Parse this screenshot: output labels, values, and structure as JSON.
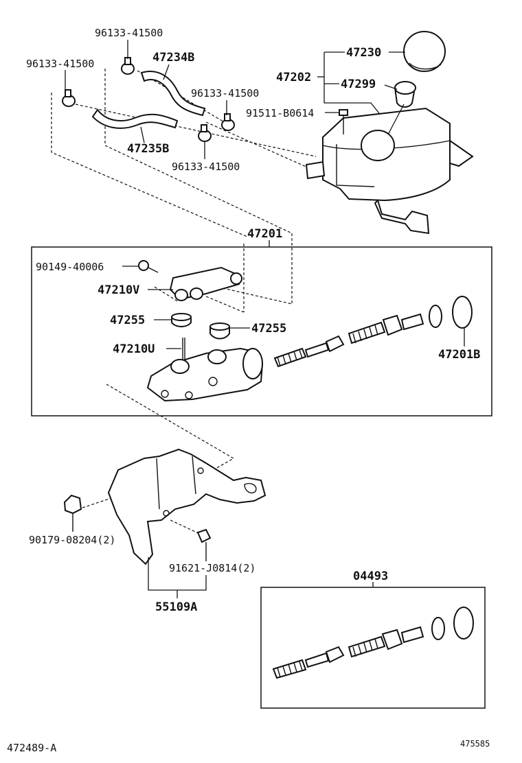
{
  "diagram": {
    "labels": {
      "clamp_top": "96133-41500",
      "clamp_left": "96133-41500",
      "hose_b": "47234B",
      "clamp_right_upper": "96133-41500",
      "clamp_right_lower": "96133-41500",
      "hose_235b": "47235B",
      "reservoir_cap": "47230",
      "reservoir_assy": "47202",
      "strainer": "47299",
      "screw_reservoir": "91511-B0614",
      "master_cyl_assy": "47201",
      "screw_90149": "90149-40006",
      "union_v": "47210V",
      "grommet_left": "47255",
      "grommet_right": "47255",
      "pin_u": "47210U",
      "kit_b": "47201B",
      "nut_bracket": "90179-08204(2)",
      "bolt_bracket": "91621-J0814(2)",
      "bracket": "55109A",
      "repair_kit": "04493"
    },
    "footer": {
      "figure_code": "472489-A",
      "ref_number": "475585"
    }
  }
}
